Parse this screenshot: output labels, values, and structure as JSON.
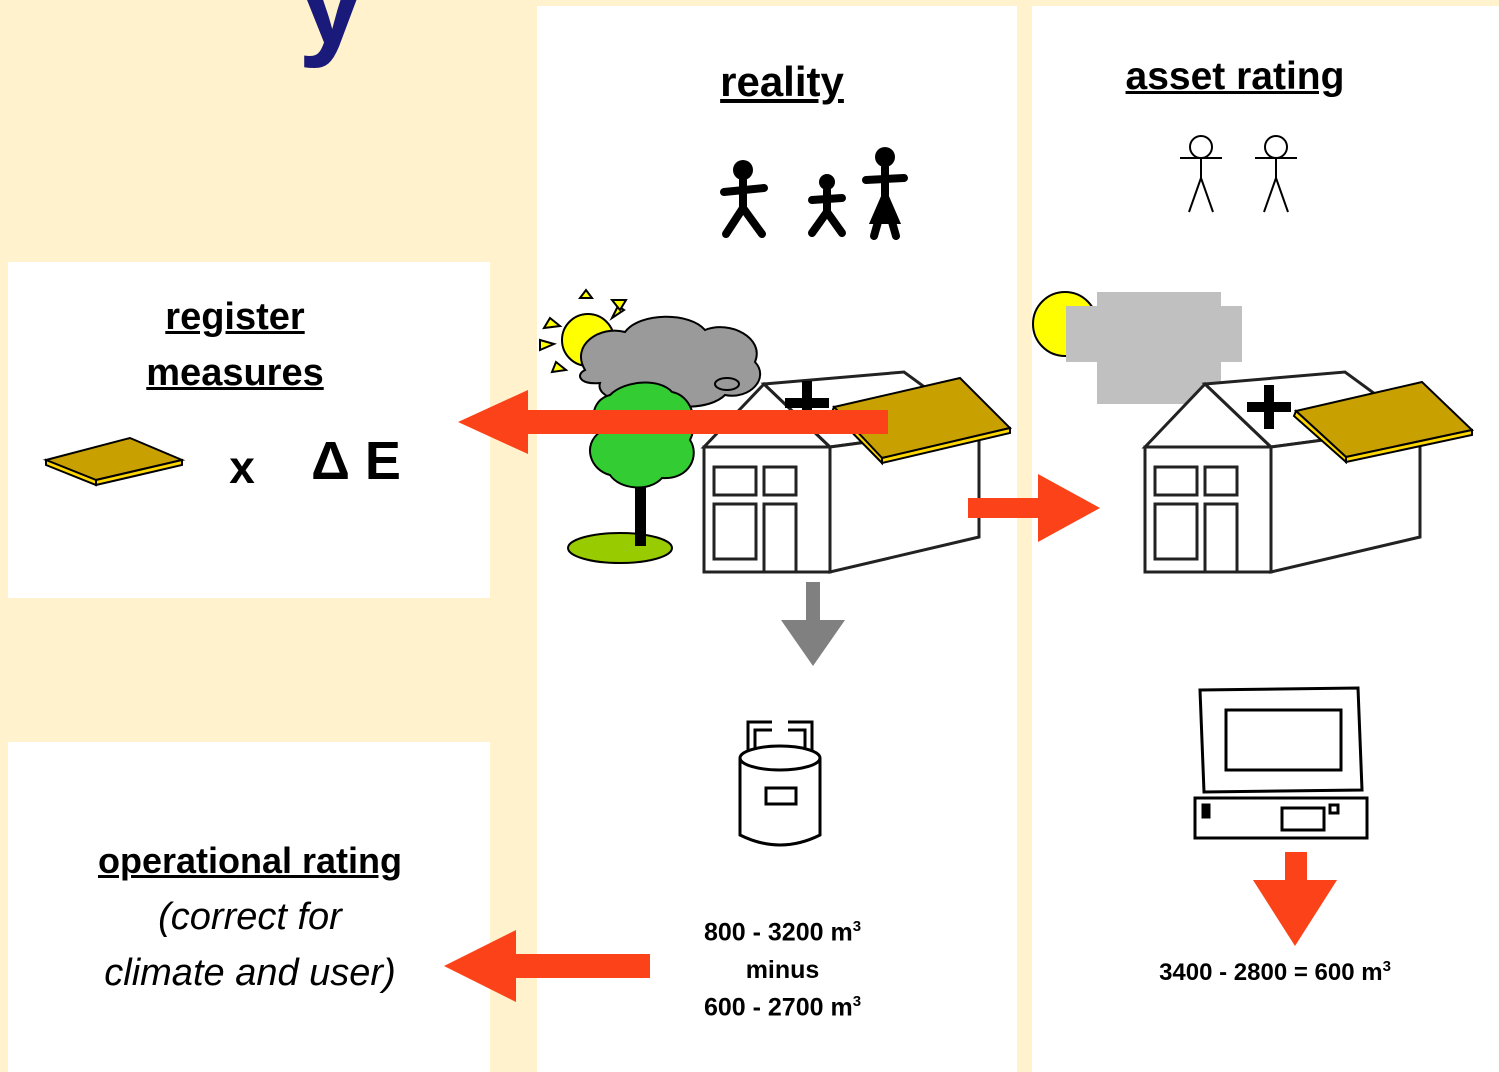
{
  "title_fragment": "y",
  "columns": {
    "reality": {
      "heading": "reality"
    },
    "asset": {
      "heading": "asset rating"
    }
  },
  "register": {
    "heading_line1": "register",
    "heading_line2": "measures",
    "formula_x": "x",
    "formula_delta": "Δ E"
  },
  "operational": {
    "heading": "operational rating",
    "note_line1": "(correct for",
    "note_line2": "climate and user)"
  },
  "reality_values": {
    "line1_base": "800 - 3200 m",
    "line1_sup": "3",
    "line2": "minus",
    "line3_base": "600 - 2700 m",
    "line3_sup": "3"
  },
  "asset_values": {
    "calc_base": "3400 - 2800 = 600 m",
    "calc_sup": "3"
  },
  "colors": {
    "background": "#fff2cc",
    "arrow": "#fc4218",
    "grey_arrow": "#808080",
    "slab": "#c8a000",
    "slab_edge": "#ffd700",
    "sun": "#ffff00",
    "tree": "#33cc33",
    "cloud": "#a0a0a0",
    "title": "#1a1a7a"
  },
  "icons": [
    "family-icon",
    "stick-figures-icon",
    "sun-icon",
    "cloud-icon",
    "tree-icon",
    "house-icon",
    "insulation-slab-icon",
    "gas-meter-icon",
    "computer-icon",
    "plus-icon"
  ]
}
